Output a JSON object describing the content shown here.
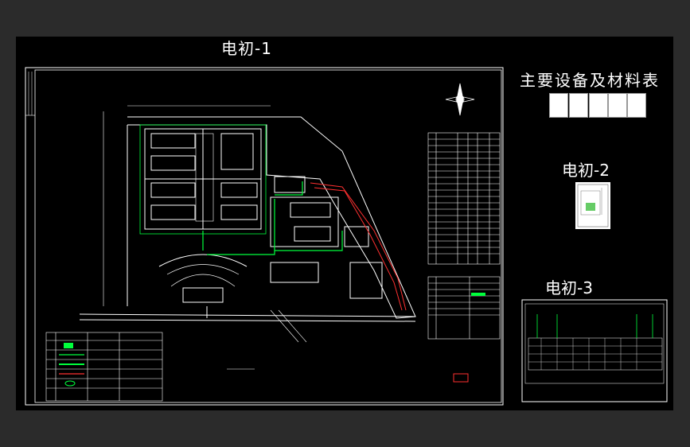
{
  "labels": {
    "sheet1": "电初-1",
    "sheet2": "电初-2",
    "sheet3": "电初-3",
    "material_table": "主要设备及材料表"
  },
  "colors": {
    "background": "#000000",
    "outer": "#2b2b2b",
    "lines": "#ffffff",
    "accent_green": "#00ff3c",
    "accent_red": "#ff3030"
  },
  "icons": {
    "north_arrow": "compass-icon"
  }
}
